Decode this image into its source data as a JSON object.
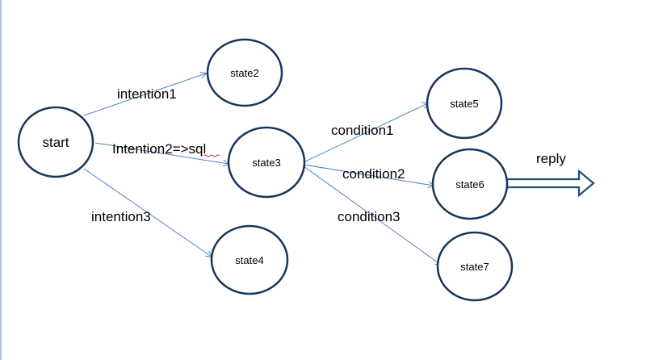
{
  "diagram": {
    "nodes": {
      "start": "start",
      "state2": "state2",
      "state3": "state3",
      "state4": "state4",
      "state5": "state5",
      "state6": "state6",
      "state7": "state7"
    },
    "edges": {
      "intention1": "intention1",
      "intention2": "Intention2=>sql",
      "intention3": "intention3",
      "condition1": "condition1",
      "condition2": "condition2",
      "condition3": "condition3"
    },
    "reply": "reply"
  },
  "colors": {
    "node_border": "#16365c",
    "edge": "#4f81bd",
    "reply_arrow_border": "#1f4e79"
  }
}
